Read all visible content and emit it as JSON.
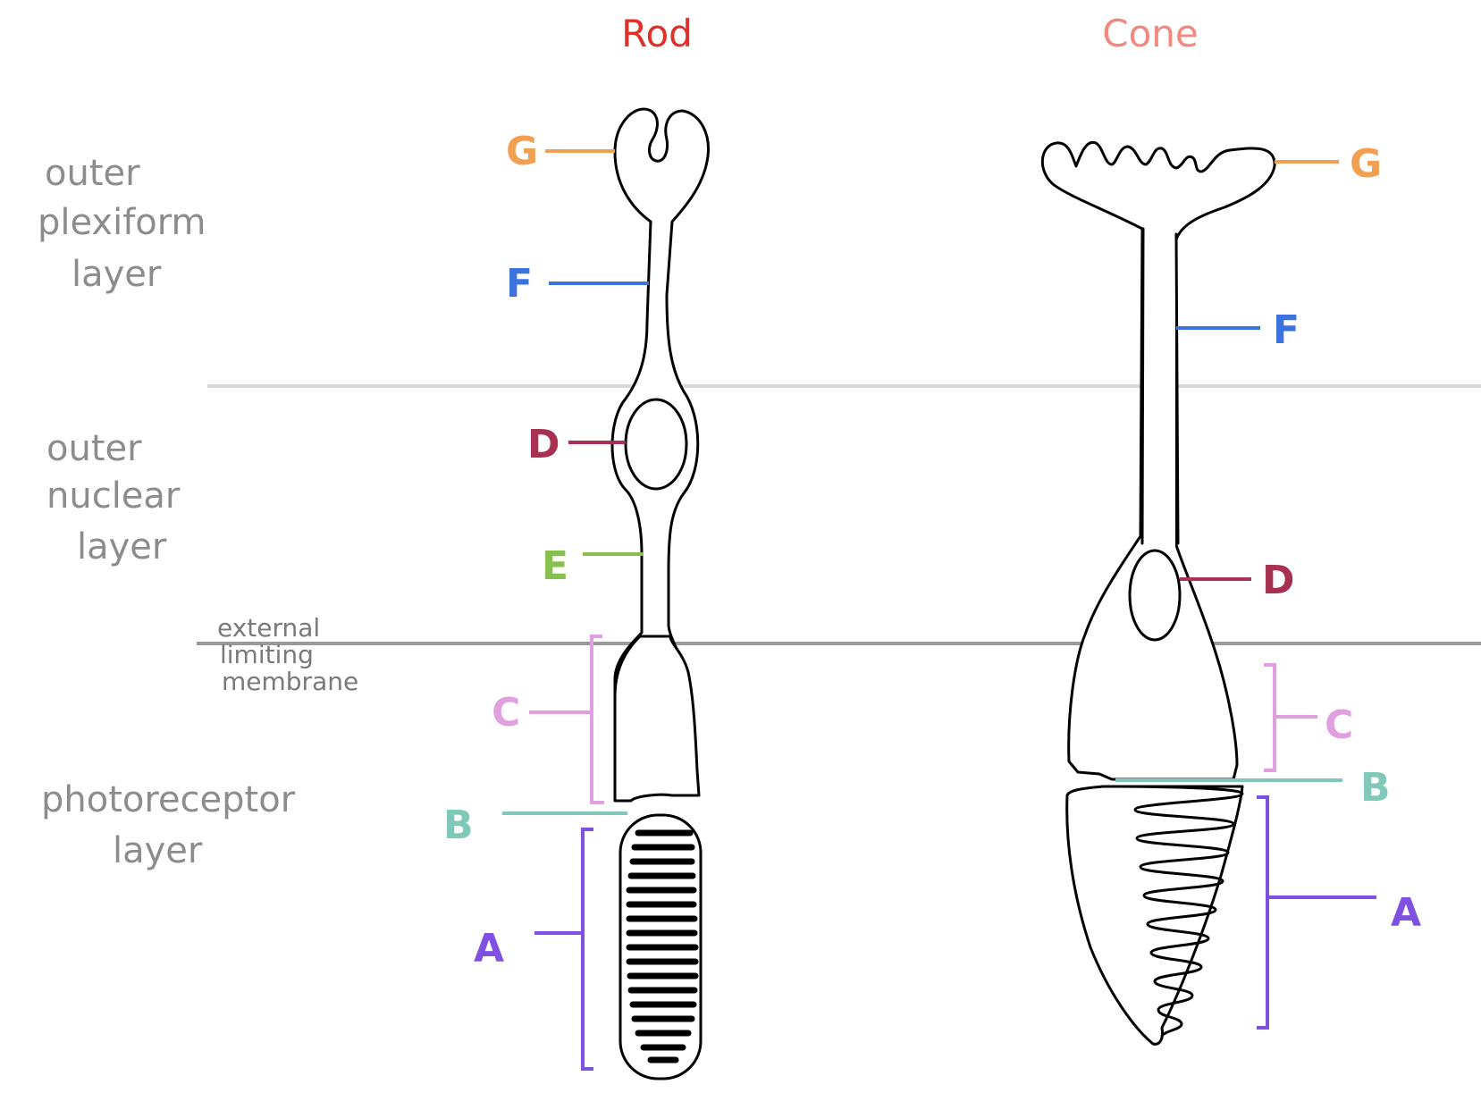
{
  "titles": {
    "rod": "Rod",
    "cone": "Cone"
  },
  "layers": {
    "outer_plexiform": [
      "outer",
      "plexiform",
      "layer"
    ],
    "outer_nuclear": [
      "outer",
      "nuclear",
      "layer"
    ],
    "external_limiting_membrane": [
      "external",
      "limiting",
      "membrane"
    ],
    "photoreceptor": [
      "photoreceptor",
      "layer"
    ]
  },
  "labels": {
    "rod": {
      "G": "G",
      "F": "F",
      "D": "D",
      "E": "E",
      "C": "C",
      "B": "B",
      "A": "A"
    },
    "cone": {
      "G": "G",
      "F": "F",
      "D": "D",
      "C": "C",
      "B": "B",
      "A": "A"
    }
  },
  "colors": {
    "rod_title": "#e0302a",
    "cone_title": "#f08a80",
    "G": "#f0a050",
    "F": "#3a72e0",
    "D": "#a83050",
    "E": "#88c050",
    "C": "#e0a0e0",
    "B": "#80c8b8",
    "A": "#8050e0",
    "layer_text": "#8c8c8c",
    "divider_light": "#d8d8d8",
    "divider_dark": "#9a9a9a"
  }
}
